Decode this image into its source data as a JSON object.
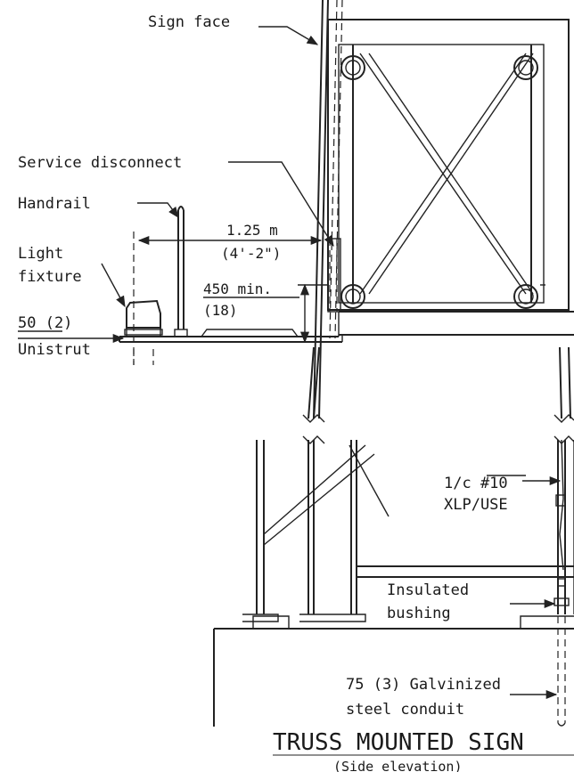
{
  "labels": {
    "sign_face": "Sign face",
    "service_disconnect": "Service disconnect",
    "handrail": "Handrail",
    "light_fixture_line1": "Light",
    "light_fixture_line2": "fixture",
    "unistrut_size": "50 (2)",
    "unistrut": "Unistrut",
    "clearance_metric": "1.25 m",
    "clearance_imperial": "(4'-2\")",
    "min_height_metric": "450 min.",
    "min_height_imperial": "(18)",
    "wire_line1": "1/c #10",
    "wire_line2": "XLP/USE",
    "bushing_line1": "Insulated",
    "bushing_line2": "bushing",
    "conduit_line1": "75 (3) Galvinized",
    "conduit_line2": "steel conduit"
  },
  "title": {
    "main": "TRUSS MOUNTED SIGN",
    "sub": "(Side elevation)"
  }
}
